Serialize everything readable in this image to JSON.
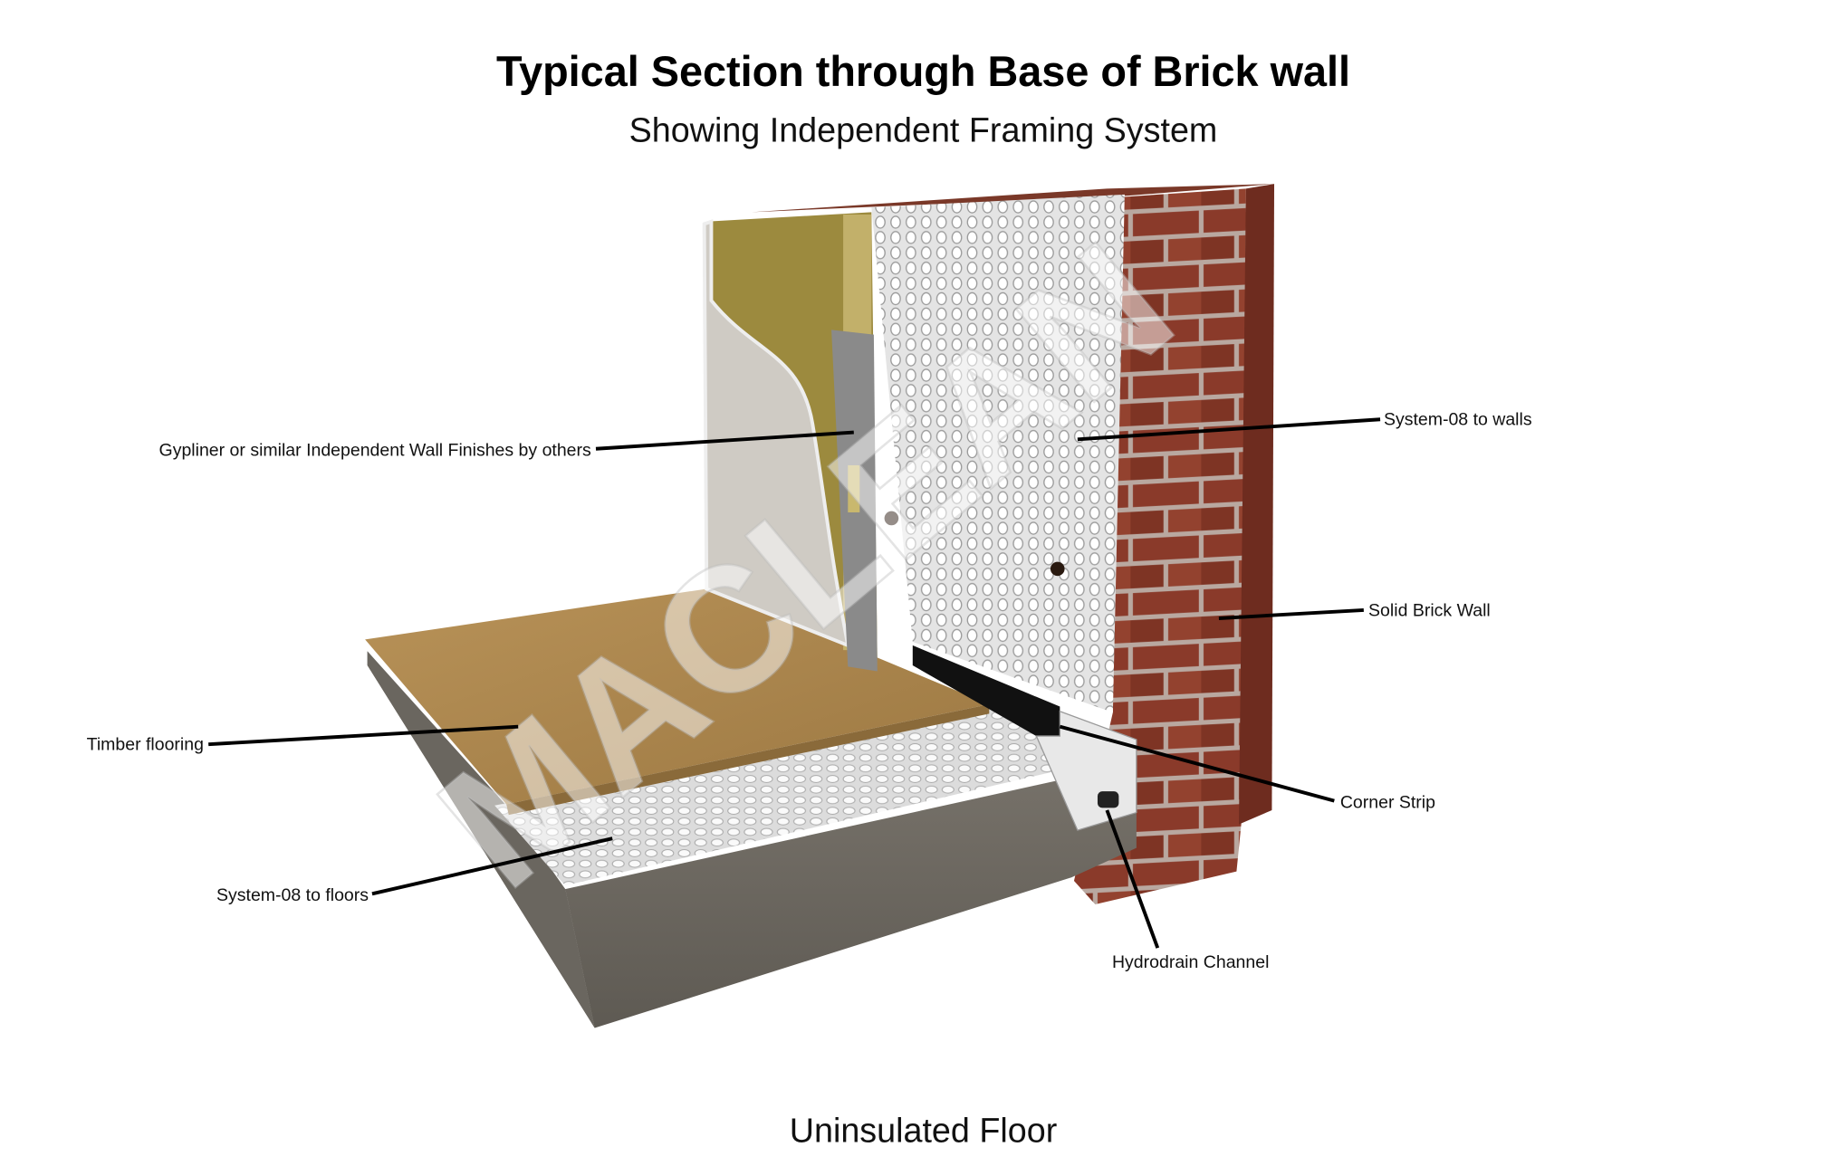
{
  "title": "Typical Section through Base of Brick wall",
  "subtitle": "Showing Independent Framing System",
  "footer": "Uninsulated Floor",
  "watermark": "MACLEAN",
  "labels": {
    "gypliner": "Gypliner or similar Independent Wall Finishes by others",
    "system08_walls": "System-08 to walls",
    "solid_brick": "Solid Brick Wall",
    "timber": "Timber flooring",
    "corner_strip": "Corner Strip",
    "system08_floors": "System-08 to floors",
    "hydrodrain": "Hydrodrain Channel"
  },
  "colors": {
    "brick": "#8a3a2a",
    "mortar": "#b9a8a0",
    "insulation": "#9c8a3e",
    "timber": "#b08a4e",
    "concrete": "#6e6a62",
    "membrane": "#e6e6e6"
  }
}
